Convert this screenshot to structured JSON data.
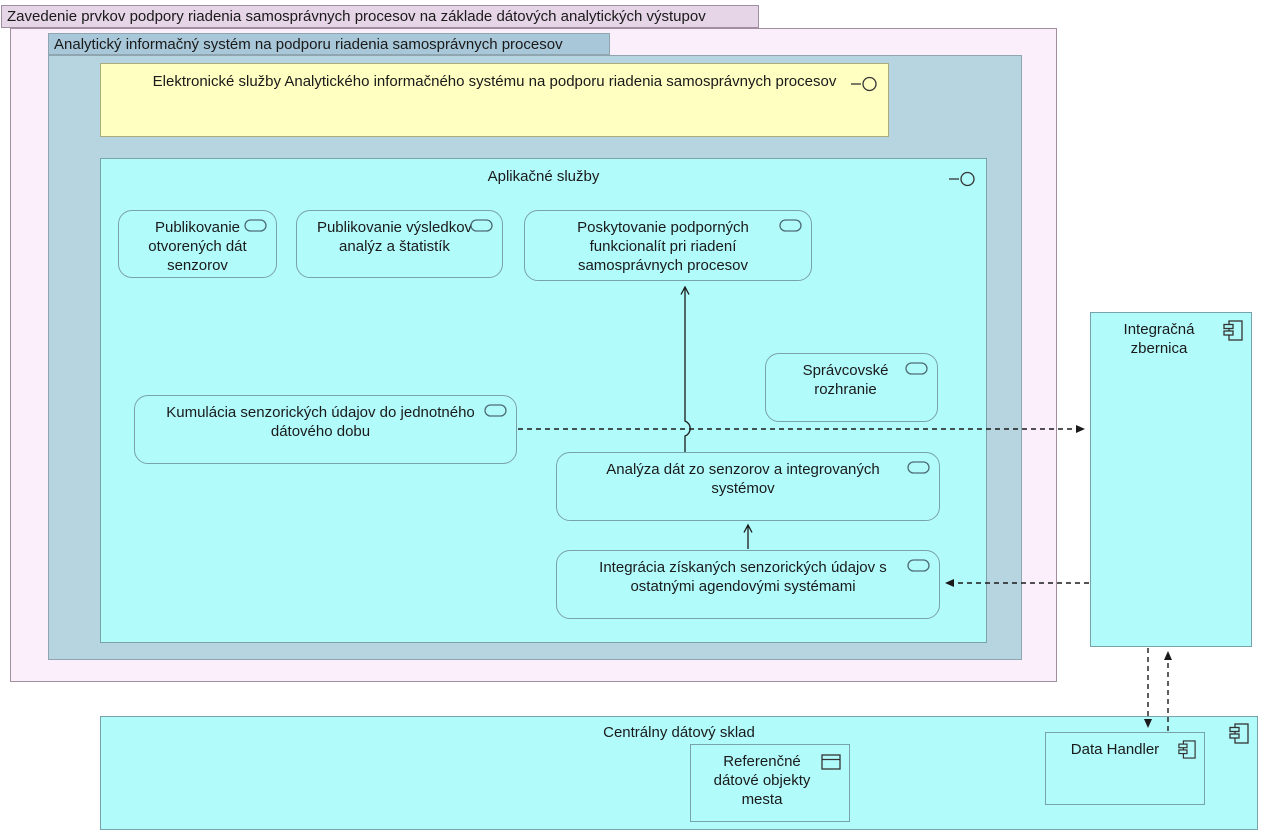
{
  "outer_group": {
    "label": "Zavedenie prvkov podpory riadenia samosprávnych procesov na základe dátových analytických výstupov"
  },
  "system_group": {
    "label": "Analytický informačný systém na podporu riadenia samosprávnych procesov"
  },
  "electronic_services": {
    "label": "Elektronické služby Analytického informačného systému na podporu riadenia samosprávnych procesov",
    "icon": "service-interface-icon"
  },
  "app_services_group": {
    "label": "Aplikačné služby",
    "icon": "service-interface-icon"
  },
  "services": {
    "publish_open_data": {
      "label": "Publikovanie otvorených dát senzorov",
      "icon": "application-service-icon"
    },
    "publish_results": {
      "label": "Publikovanie výsledkov analýz a štatistík",
      "icon": "application-service-icon"
    },
    "support_functions": {
      "label": "Poskytovanie podporných funkcionalít pri riadení samosprávnych procesov",
      "icon": "application-service-icon"
    },
    "admin_interface": {
      "label": "Správcovské rozhranie",
      "icon": "application-service-icon"
    },
    "accumulation": {
      "label": "Kumulácia senzorických údajov do jednotného dátového dobu",
      "icon": "application-service-icon"
    },
    "analysis": {
      "label": "Analýza dát zo senzorov a integrovaných systémov",
      "icon": "application-service-icon"
    },
    "integration": {
      "label": "Integrácia získaných senzorických údajov s ostatnými agendovými systémami",
      "icon": "application-service-icon"
    }
  },
  "integration_bus": {
    "label": "Integračná zbernica",
    "icon": "component-icon"
  },
  "central_data_store": {
    "label": "Centrálny dátový sklad",
    "icon": "component-icon"
  },
  "reference_objects": {
    "label": "Referenčné dátové objekty mesta",
    "icon": "data-object-icon"
  },
  "data_handler": {
    "label": "Data Handler",
    "icon": "component-icon"
  },
  "relations": [
    {
      "from": "Analýza dát zo senzorov a integrovaných systémov",
      "to": "Poskytovanie podporných funkcionalít pri riadení samosprávnych procesov",
      "type": "serving",
      "style": "solid-open-arrow"
    },
    {
      "from": "Integrácia získaných senzorických údajov s ostatnými agendovými systémami",
      "to": "Analýza dát zo senzorov a integrovaných systémov",
      "type": "serving",
      "style": "solid-open-arrow"
    },
    {
      "from": "Kumulácia senzorických údajov do jednotného dátového dobu",
      "to": "Integračná zbernica",
      "type": "flow",
      "style": "dashed-filled-arrow"
    },
    {
      "from": "Integračná zbernica",
      "to": "Integrácia získaných senzorických údajov s ostatnými agendovými systémami",
      "type": "flow",
      "style": "dashed-filled-arrow"
    },
    {
      "from": "Integračná zbernica",
      "to": "Data Handler",
      "type": "flow",
      "style": "dashed-filled-arrow"
    },
    {
      "from": "Data Handler",
      "to": "Integračná zbernica",
      "type": "flow",
      "style": "dashed-filled-arrow"
    }
  ],
  "palette": {
    "outer_group_fill": "#FBEFFB",
    "outer_group_tab_fill": "#E6D4E7",
    "outer_group_border": "#A18FA1",
    "system_group_fill": "#B7D4E1",
    "system_group_tab_fill": "#A8C7D8",
    "system_group_border": "#8FA6B0",
    "business_service_fill": "#FFFFC2",
    "business_service_border": "#ABAB7E",
    "application_fill": "#B2FBFB",
    "application_border": "#7AA2AB",
    "line_color": "#1A1A1A"
  }
}
